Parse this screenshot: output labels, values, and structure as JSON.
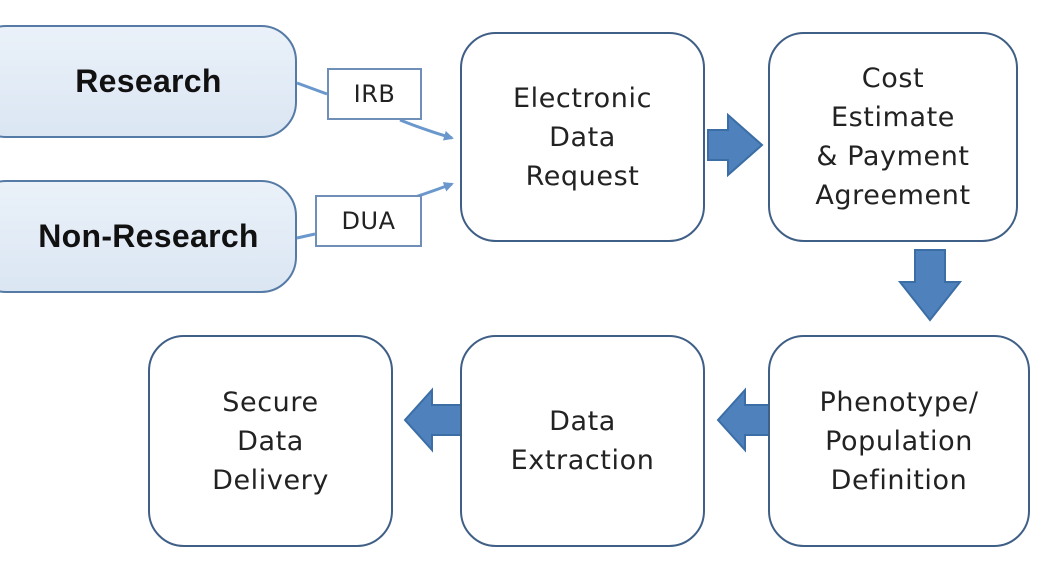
{
  "colors": {
    "border": "#3f5f86",
    "source_fill": "#dbe6f3",
    "arrow_fill": "#4f81bd",
    "connector": "#6a98cc"
  },
  "sources": {
    "research": "Research",
    "non_research": "Non-Research"
  },
  "tags": {
    "irb": "IRB",
    "dua": "DUA"
  },
  "steps": {
    "request": "Electronic\nData\nRequest",
    "cost": "Cost\nEstimate\n& Payment\nAgreement",
    "phenotype": "Phenotype/\nPopulation\nDefinition",
    "extraction": "Data\nExtraction",
    "delivery": "Secure\nData\nDelivery"
  }
}
